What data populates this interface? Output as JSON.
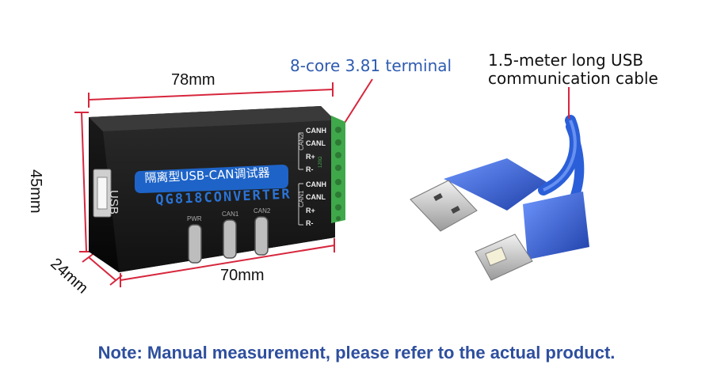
{
  "dimensions": {
    "length_top": "78mm",
    "height_side": "45mm",
    "depth": "24mm",
    "length_bottom": "70mm"
  },
  "callouts": {
    "terminal": "8-core 3.81 terminal",
    "cable_line1": "1.5-meter long USB",
    "cable_line2": "communication cable"
  },
  "device": {
    "banner": "隔离型USB-CAN调试器",
    "model": "QG818",
    "product": "CONVERTER",
    "usb_label": "USB",
    "leds": [
      "PWR",
      "CAN1",
      "CAN2"
    ],
    "can2_label": "CAN2",
    "can1_label": "CAN1",
    "pins_can2": [
      "CANH",
      "CANL",
      "R+",
      "R-"
    ],
    "pins_can1": [
      "CANH",
      "CANL",
      "R+",
      "R-"
    ],
    "resistor_note": "120Ω"
  },
  "note": "Note: Manual measurement, please refer to the actual product.",
  "colors": {
    "dimension_line": "#d7263d",
    "callout_text": "#2e5bb0",
    "note_text": "#2e4f9e",
    "banner_bg": "#1e64c8",
    "converter_text": "#2a73d6",
    "terminal_green": "#3fa84a",
    "cable_blue": "#2b5fd9"
  }
}
